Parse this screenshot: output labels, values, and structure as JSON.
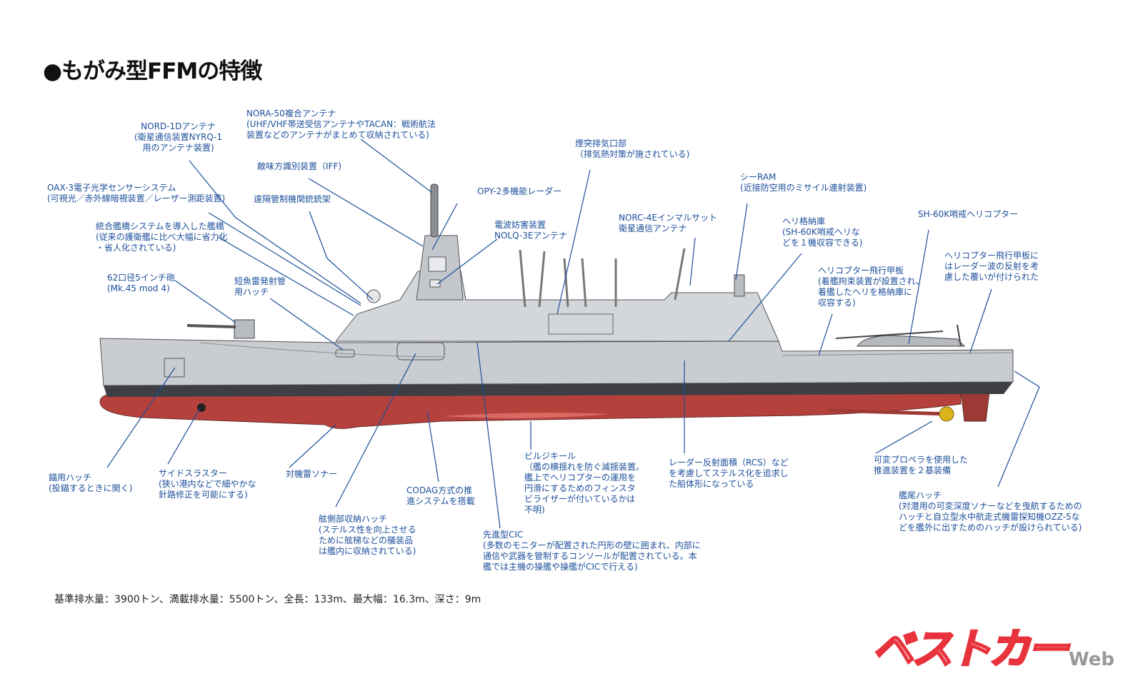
{
  "title": "●もがみ型FFMの特徴",
  "labels": {
    "nora50": "NORA-50複合アンテナ\n(UHF/VHF帯送受信アンテナやTACAN：戦術航法\n装置などのアンテナがまとめて収納されている)",
    "nord1d": "NORD-1Dアンテナ\n(衛星通信装置NYRQ-1\n用のアンテナ装置)",
    "iff": "敵味方識別装置（IFF)",
    "oax3": "OAX-3電子光学センサーシステム\n(可視光／赤外線暗視装置／レーザー測距装置)",
    "rws": "遠隔管制機関銃銃架",
    "bridge": "統合艦橋システムを導入した艦橋\n(従来の護衛艦に比べ大幅に省力化\n・省人化されている)",
    "gun": "62口径5インチ砲\n(Mk.45 mod 4)",
    "torpedo": "短魚雷発射管\n用ハッチ",
    "opy2": "OPY-2多機能レーダー",
    "nolq": "電波妨害装置\nNOLQ-3Eアンテナ",
    "funnel": "煙突排気口部\n（排気熱対策が施されている)",
    "norc": "NORC-4Eインマルサット\n衛星通信アンテナ",
    "searam": "シーRAM\n(近接防空用のミサイル連射装置)",
    "hangar": "ヘリ格納庫\n(SH-60K哨戒ヘリな\nどを１機収容できる)",
    "sh60k": "SH-60K哨戒ヘリコプター",
    "flightdeck": "ヘリコプター飛行甲板\n(着艦拘束装置が設置され、\n着艦したヘリを格納庫に\n収容する)",
    "deckcover": "ヘリコプター飛行甲板に\nはレーダー波の反射を考\n慮した覆いが付けられた",
    "anchor": "錨用ハッチ\n(投錨するときに開く)",
    "thruster": "サイドスラスター\n(狭い港内などで細やかな\n針路修正を可能にする)",
    "minesonar": "対機雷ソナー",
    "codag": "CODAG方式の推\n進システムを搭載",
    "sidehatch": "舷側部収納ハッチ\n(ステルス性を向上させる\nために舷梯などの艤装品\nは艦内に収納されている)",
    "bilge": "ビルジキール\n（艦の横揺れを防ぐ減揺装置。\n艦上でヘリコプターの運用を\n円滑にするためのフィンスタ\nビライザーが付いているかは\n不明)",
    "cic": "先進型CIC\n(多数のモニターが配置された円形の壁に囲まれ、内部に\n通信や武器を管制するコンソールが配置されている。本\n艦では主機の操艦や操艦がCICで行える)",
    "rcs": "レーダー反射面積（RCS）など\nを考慮してステルス化を追求し\nた船体形になっている",
    "propeller": "可変プロペラを使用した\n推進装置を２基装備",
    "sternhatch": "艦尾ハッチ\n(対潜用の可変深度ソナーなどを曳航するための\nハッチと自立型水中航走式機雷探知機OZZ-5な\nどを艦外に出すためのハッチが設けられている)"
  },
  "specs": "基準排水量：3900トン、満載排水量：5500トン、全長：133m、最大幅：16.3m、深さ：9m",
  "logo": {
    "main": "ベストカー",
    "sub": "Web"
  },
  "colors": {
    "label": "#1d4f9a",
    "hull_grey": "#c9ccd1",
    "hull_red": "#b5413d",
    "logo": "#e8323c"
  }
}
